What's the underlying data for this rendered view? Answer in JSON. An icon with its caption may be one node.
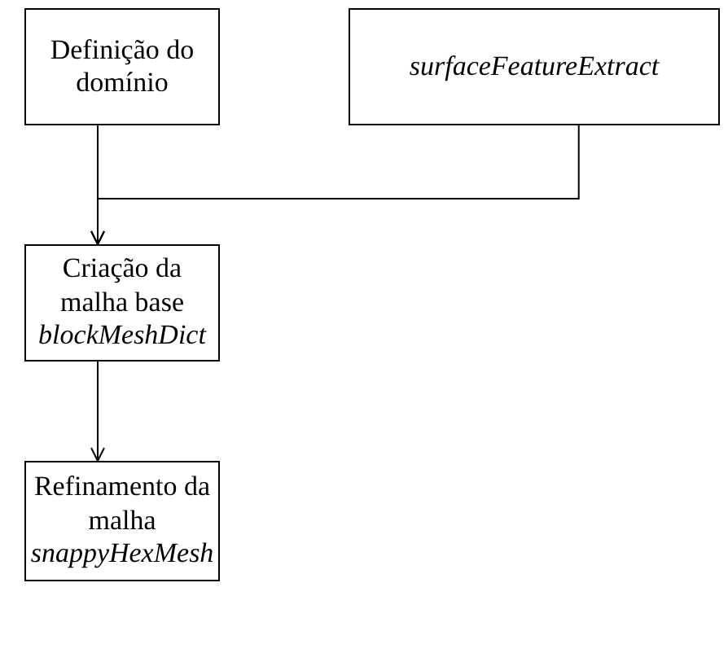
{
  "diagram": {
    "nodes": [
      {
        "text": [
          "Definição do domínio"
        ]
      },
      {
        "text": [
          "*surfaceFeatureExtract*"
        ]
      },
      {
        "text": [
          "Criação da malha base",
          "*blockMeshDict*"
        ]
      },
      {
        "text": [
          "Refinamento da malha",
          "*snappyHexMesh*"
        ]
      }
    ],
    "edges": [
      {
        "from": 0,
        "to": 2,
        "arrow": "to"
      },
      {
        "from": 1,
        "to": 2,
        "arrow": "to"
      },
      {
        "from": 2,
        "to": 3,
        "arrow": "to"
      }
    ]
  }
}
